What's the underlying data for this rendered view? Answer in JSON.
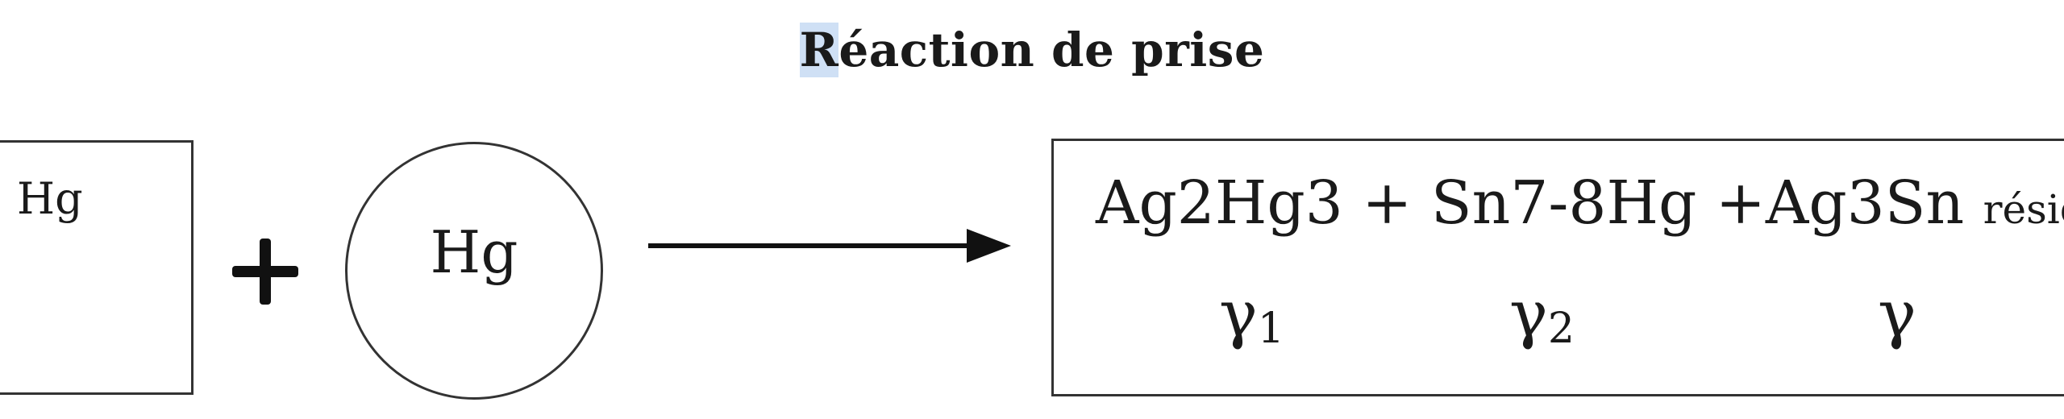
{
  "title": {
    "first_letter": "R",
    "rest": "éaction de prise"
  },
  "left_box": {
    "label": "Hg"
  },
  "circle": {
    "label": "Hg"
  },
  "result_box": {
    "formula_main": "Ag2Hg3 + Sn7-8Hg +Ag3Sn ",
    "formula_suffix": "résidue",
    "phases": [
      {
        "symbol": "γ",
        "sub": "1"
      },
      {
        "symbol": "γ",
        "sub": "2"
      },
      {
        "symbol": "γ",
        "sub": ""
      }
    ]
  }
}
